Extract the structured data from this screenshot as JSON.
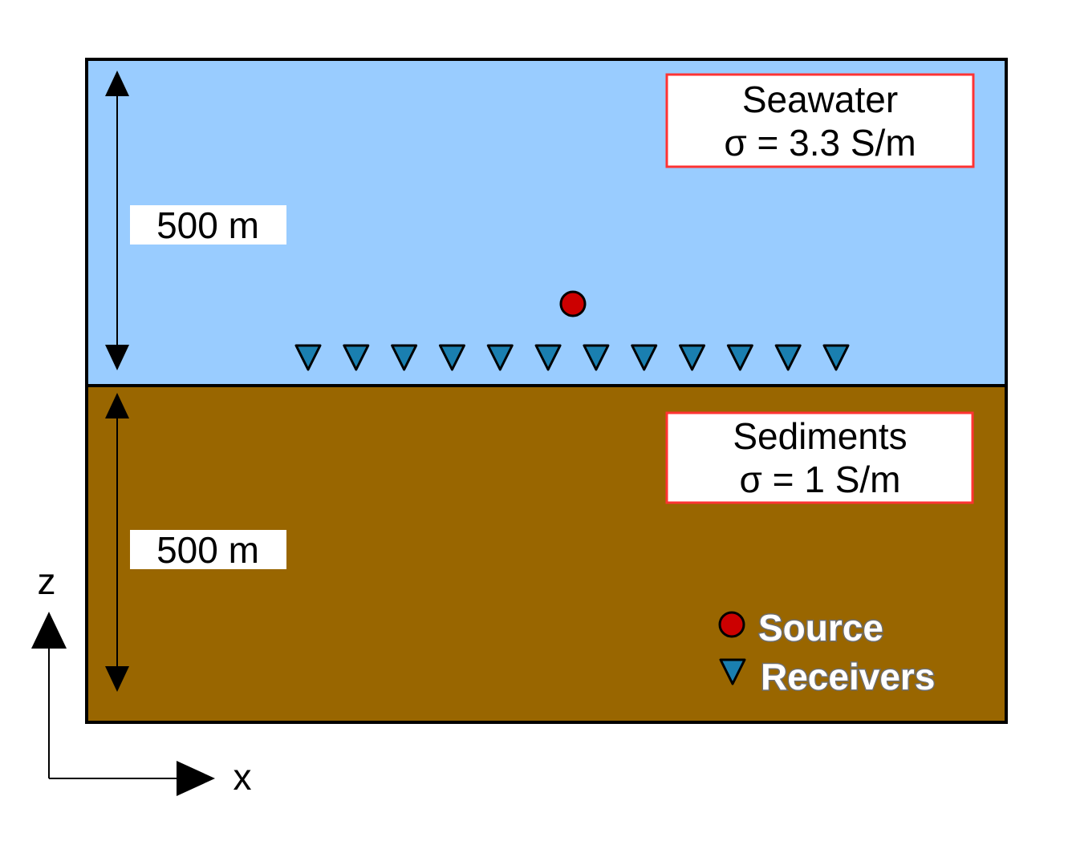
{
  "layers": [
    {
      "name": "Seawater",
      "conductivity": "σ = 3.3 S/m",
      "thickness_label": "500 m",
      "color": "#99ccff"
    },
    {
      "name": "Sediments",
      "conductivity": "σ = 1 S/m",
      "thickness_label": "500 m",
      "color": "#996600"
    }
  ],
  "colors": {
    "label_border": "#ff3333",
    "source": "#cc0000",
    "receiver": "#1a7fb0"
  },
  "source": {
    "icon": "circle"
  },
  "receivers": {
    "count": 12,
    "icon": "triangle-down"
  },
  "legend": {
    "source_label": "Source",
    "receivers_label": "Receivers"
  },
  "axes": {
    "x_label": "x",
    "z_label": "z"
  }
}
